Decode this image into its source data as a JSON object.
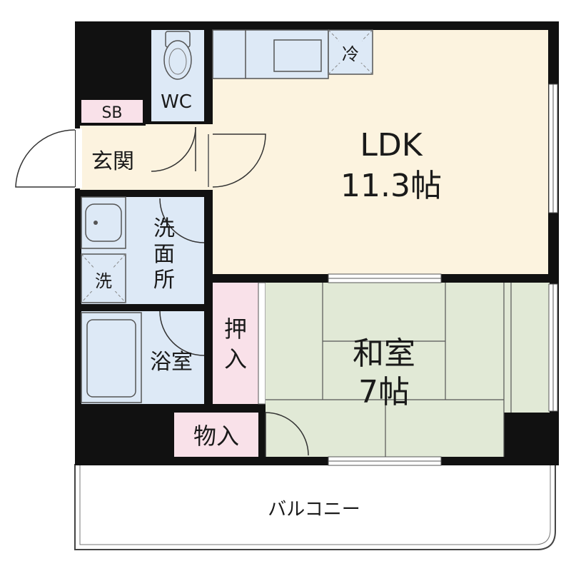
{
  "rooms": {
    "ldk": {
      "name": "LDK",
      "size": "11.3帖"
    },
    "washitsu": {
      "name": "和室",
      "size": "7帖"
    },
    "wc": "WC",
    "sb": "SB",
    "genkan": "玄関",
    "senmenjo": [
      "洗",
      "面",
      "所"
    ],
    "sentakuki": "洗",
    "reizouko": "冷",
    "yokushitsu": "浴室",
    "oshiire": [
      "押",
      "入"
    ],
    "monoire": "物入",
    "balcony": "バルコニー"
  },
  "colors": {
    "wall": "#111111",
    "ldk": "#fcf3df",
    "water": "#dde9f6",
    "washitsu": "#e1e9d6",
    "storage": "#f9e1e9",
    "line": "#333333"
  }
}
